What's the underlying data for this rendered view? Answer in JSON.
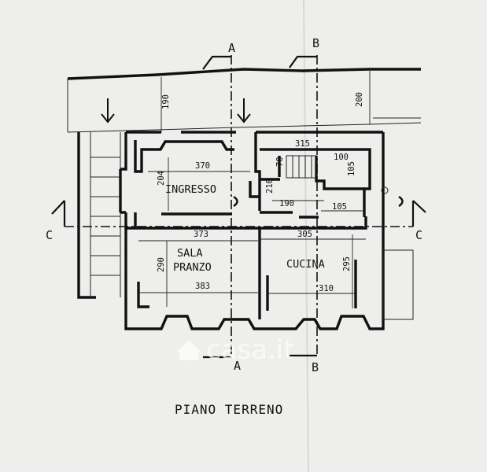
{
  "title": "PIANO TERRENO",
  "watermark": "casa.it",
  "rooms": {
    "ingresso": "INGRESSO",
    "sala": "SALA",
    "pranzo": "PRANZO",
    "cucina": "CUCINA"
  },
  "sections": {
    "a_top": "A",
    "a_bottom": "A",
    "b_top": "B",
    "b_bottom": "B",
    "c_left": "C",
    "c_right": "C"
  },
  "dimensions": {
    "d190_top": "190",
    "d200_top": "200",
    "d370": "370",
    "d204": "204",
    "d315": "315",
    "d70": "70",
    "d210": "210",
    "d100": "100",
    "d105_v": "105",
    "d190_mid": "190",
    "d105_h": "105",
    "d373": "373",
    "d305": "305",
    "d290": "290",
    "d295": "295",
    "d383": "383",
    "d310": "310"
  }
}
